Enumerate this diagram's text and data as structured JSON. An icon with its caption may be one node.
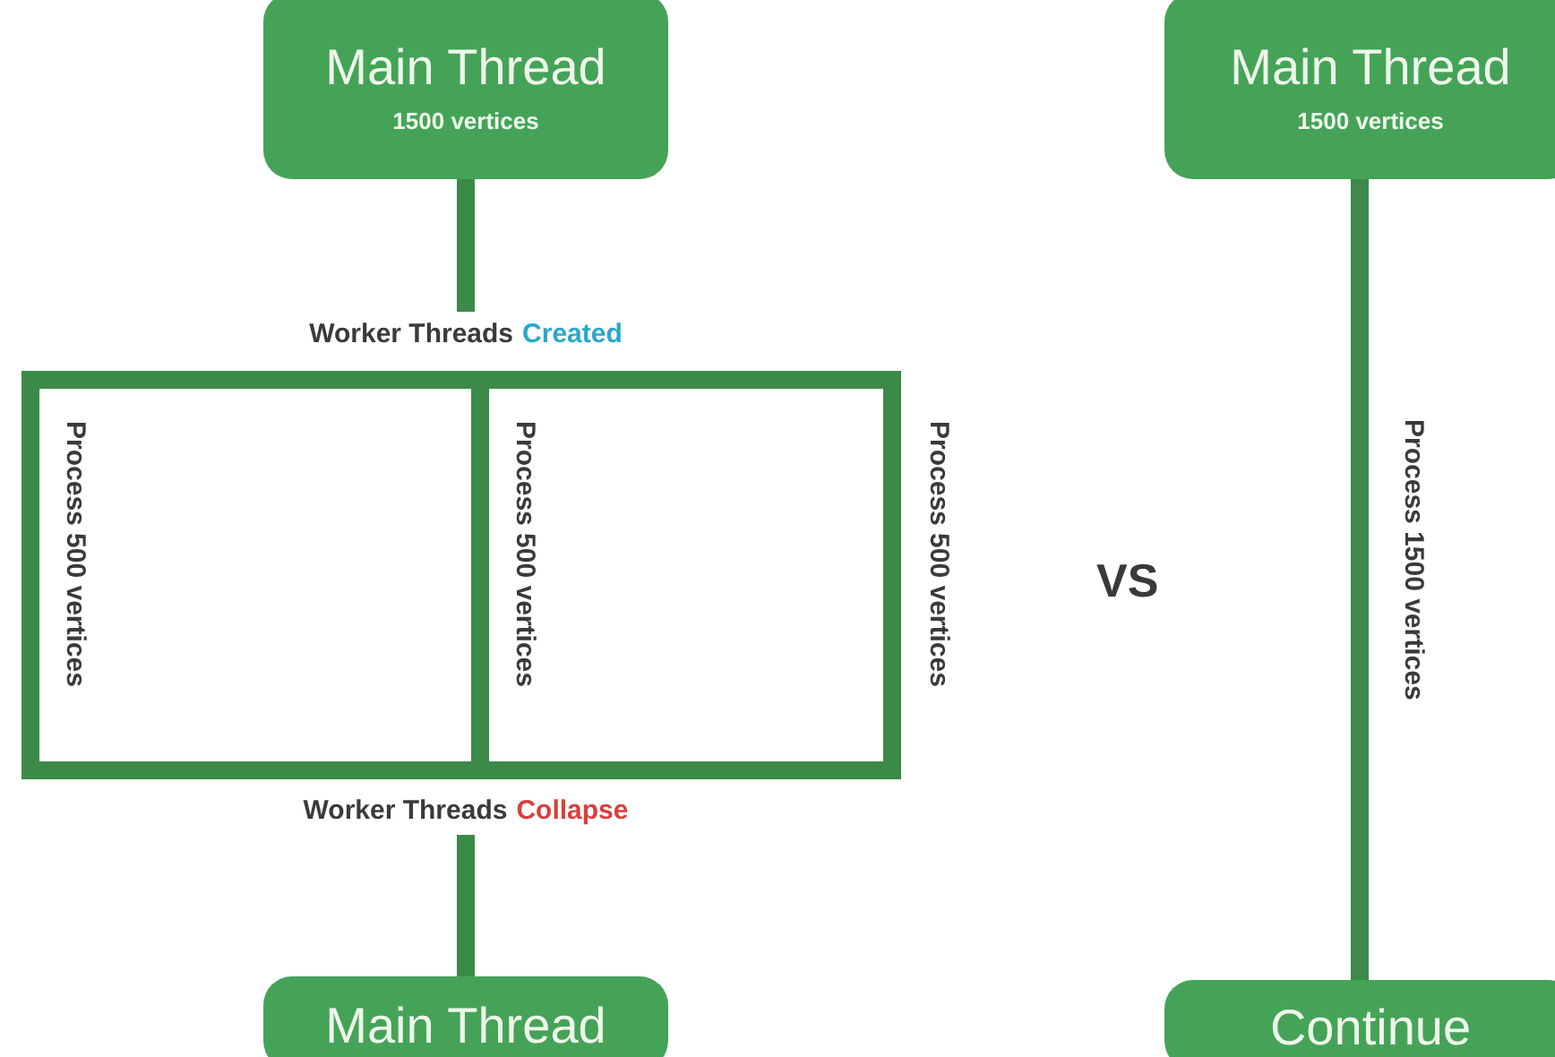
{
  "diagram": {
    "nodes": [
      {
        "text": [
          "Main Thread",
          "1500 vertices"
        ]
      },
      {
        "text": [
          "Worker Threads",
          "Created"
        ]
      },
      {
        "text": [],
        "shape": "box",
        "beside": [
          "Process 500 vertices"
        ]
      },
      {
        "text": [
          "Process 500 vertices"
        ],
        "in": 2
      },
      {
        "text": [
          "Process 500 vertices"
        ],
        "in": 2
      },
      {
        "text": [
          "Worker Threads",
          "Collapse"
        ]
      },
      {
        "text": [
          "Main Thread"
        ]
      },
      {
        "text": [
          "Main Thread",
          "1500 vertices"
        ]
      },
      {
        "text": [
          "Continue"
        ]
      }
    ],
    "edges": [
      {
        "from": 0,
        "to": 1,
        "arrow": "none"
      },
      {
        "from": 5,
        "to": 6,
        "arrow": "none"
      },
      {
        "from": 7,
        "to": 8,
        "arrow": "none",
        "label": "Process 1500 vertices"
      }
    ],
    "labels": [
      "VS"
    ]
  }
}
